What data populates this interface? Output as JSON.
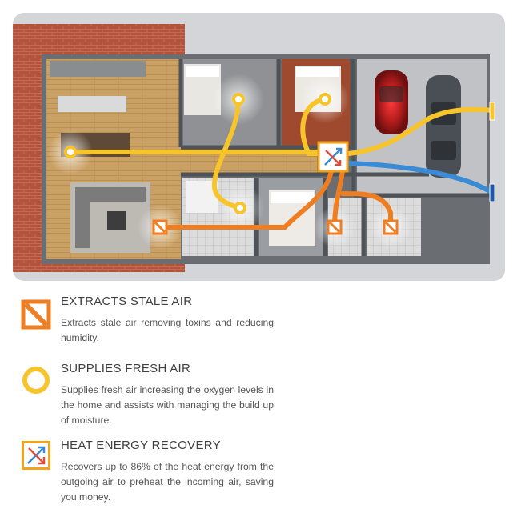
{
  "legend": {
    "extract": {
      "title": "EXTRACTS STALE AIR",
      "description": "Extracts stale air removing toxins and reducing humidity."
    },
    "supply": {
      "title": "SUPPLIES FRESH AIR",
      "description": "Supplies fresh air increasing the oxygen levels in the home and assists with managing the build up of moisture."
    },
    "recovery": {
      "title": "HEAT ENERGY RECOVERY",
      "description": "Recovers up to 86% of the heat energy from the outgoing air to preheat the incoming air, saving you money."
    }
  },
  "colors": {
    "extract": "#ef7d22",
    "supply": "#f7c52b",
    "intake": "#3a8bd6",
    "unit_border": "#f2a21c",
    "card_bg": "#d3d5d9",
    "brick": "#b5553d",
    "wood_floor": "#c9a062",
    "wall": "#5b5f63"
  }
}
